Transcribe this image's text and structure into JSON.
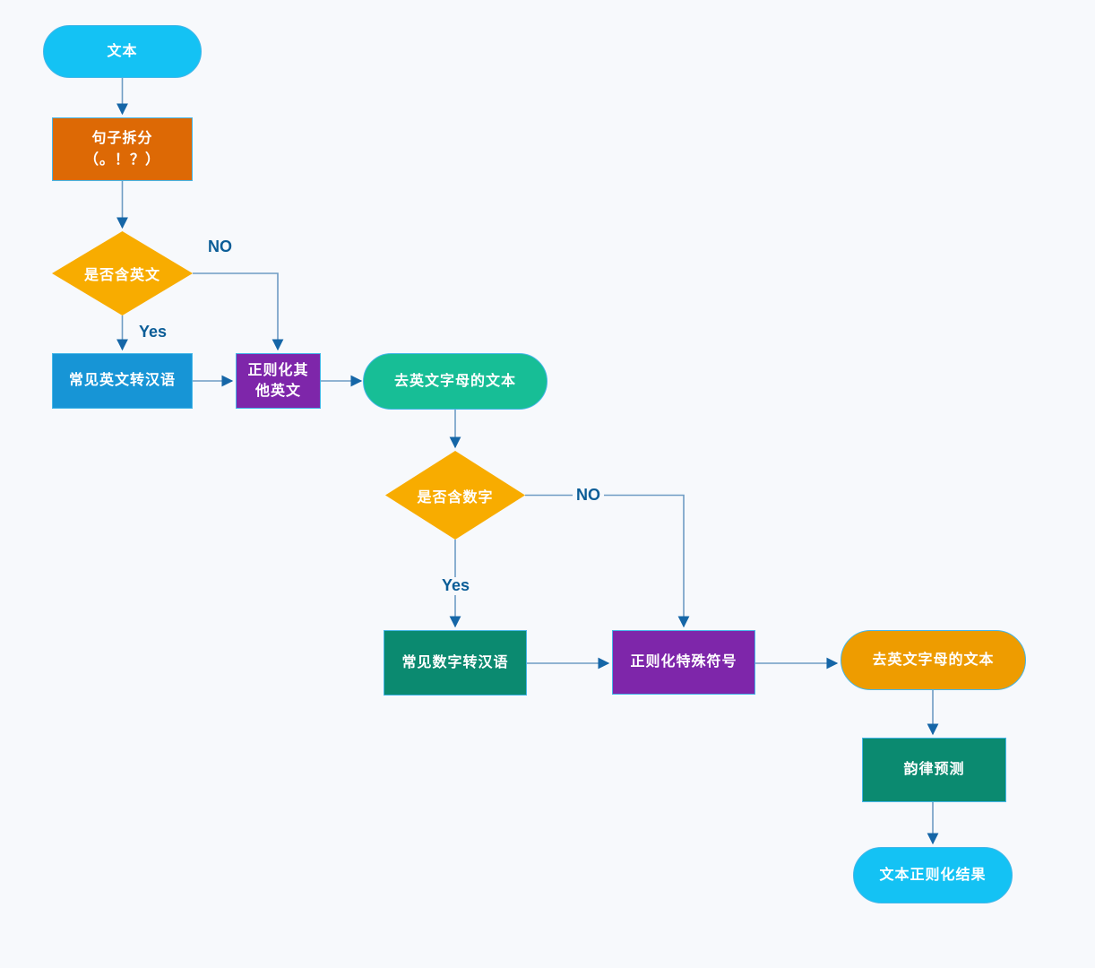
{
  "page": {
    "background_color": "#f7f9fc",
    "connector_color": "#6f9cc4",
    "arrowhead_color": "#1566a7",
    "edge_label_color": "#0b5d97"
  },
  "flowchart": {
    "nodes": {
      "start": {
        "label": "文本",
        "shape": "pill",
        "color": "#14c2f4"
      },
      "sentence_split": {
        "label": "句子拆分",
        "line2": "（。！？）",
        "shape": "rect",
        "color": "#dd6905"
      },
      "contains_english": {
        "label": "是否含英文",
        "shape": "diamond",
        "color": "#f8ac00"
      },
      "english_to_chinese": {
        "label": "常见英文转汉语",
        "shape": "rect",
        "color": "#1795d6"
      },
      "normalize_other_english": {
        "label": "正则化其他英文",
        "shape": "rect",
        "color": "#7e26aa"
      },
      "text_without_english": {
        "label": "去英文字母的文本",
        "shape": "pill",
        "color": "#17be96"
      },
      "contains_digits": {
        "label": "是否含数字",
        "shape": "diamond",
        "color": "#f8ac00"
      },
      "digits_to_chinese": {
        "label": "常见数字转汉语",
        "shape": "rect",
        "color": "#0b8a70"
      },
      "normalize_special_symbols": {
        "label": "正则化特殊符号",
        "shape": "rect",
        "color": "#7e26aa"
      },
      "text_without_english_2": {
        "label": "去英文字母的文本",
        "shape": "pill",
        "color": "#ee9c00"
      },
      "prosody_prediction": {
        "label": "韵律预测",
        "shape": "rect",
        "color": "#0b8a70"
      },
      "result": {
        "label": "文本正则化结果",
        "shape": "pill",
        "color": "#14c2f4"
      }
    },
    "edge_labels": {
      "no1": "NO",
      "yes1": "Yes",
      "no2": "NO",
      "yes2": "Yes"
    }
  }
}
